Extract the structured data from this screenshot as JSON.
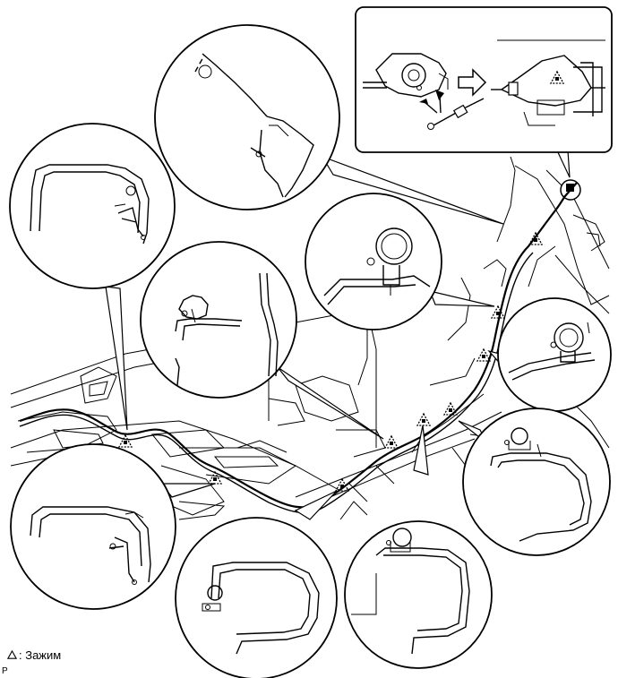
{
  "legend": {
    "symbol_name": "clamp-triangle-icon",
    "text": ": Зажим"
  },
  "corner_code": "P",
  "clamp_count": 9
}
